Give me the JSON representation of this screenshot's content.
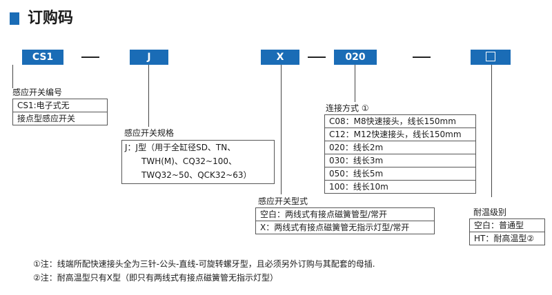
{
  "heading": {
    "title": "订购码"
  },
  "codes": {
    "c1": "CS1",
    "dash1": "—",
    "c2": "J",
    "c3": "X",
    "dash2": "—",
    "c4": "020",
    "dash3": "—"
  },
  "switch_no": {
    "title": "感应开关编号",
    "rows": [
      "CS1:电子式无",
      "接点型感应开关"
    ]
  },
  "spec": {
    "title": "感应开关规格",
    "lines": [
      "J：J型（用于全缸径SD、TN、",
      "TWH(M)、CQ32~100、",
      "TWQ32~50、QCK32~63）"
    ]
  },
  "connection": {
    "title": "连接方式 ①",
    "rows": [
      "C08：M8快速接头，线长150mm",
      "C12：M12快速接头，线长150mm",
      "020：线长2m",
      "030：线长3m",
      "050：线长5m",
      "100：线长10m"
    ]
  },
  "switch_type": {
    "title": "感应开关型式",
    "rows": [
      "空白：两线式有接点磁簧管型/常开",
      "X：两线式有接点磁簧管无指示灯型/常开"
    ]
  },
  "temp": {
    "title": "耐温级别",
    "rows": [
      "空白：普通型",
      "HT：耐高温型②"
    ]
  },
  "notes": [
    "①注：线端所配快速接头全为三针-公头-直线-可旋转螺牙型，且必须另外订购与其配套的母插.",
    "②注：耐高温型只有X型（即只有两线式有接点磁簧管无指示灯型）"
  ],
  "colors": {
    "accent": "#1a6cb6"
  }
}
